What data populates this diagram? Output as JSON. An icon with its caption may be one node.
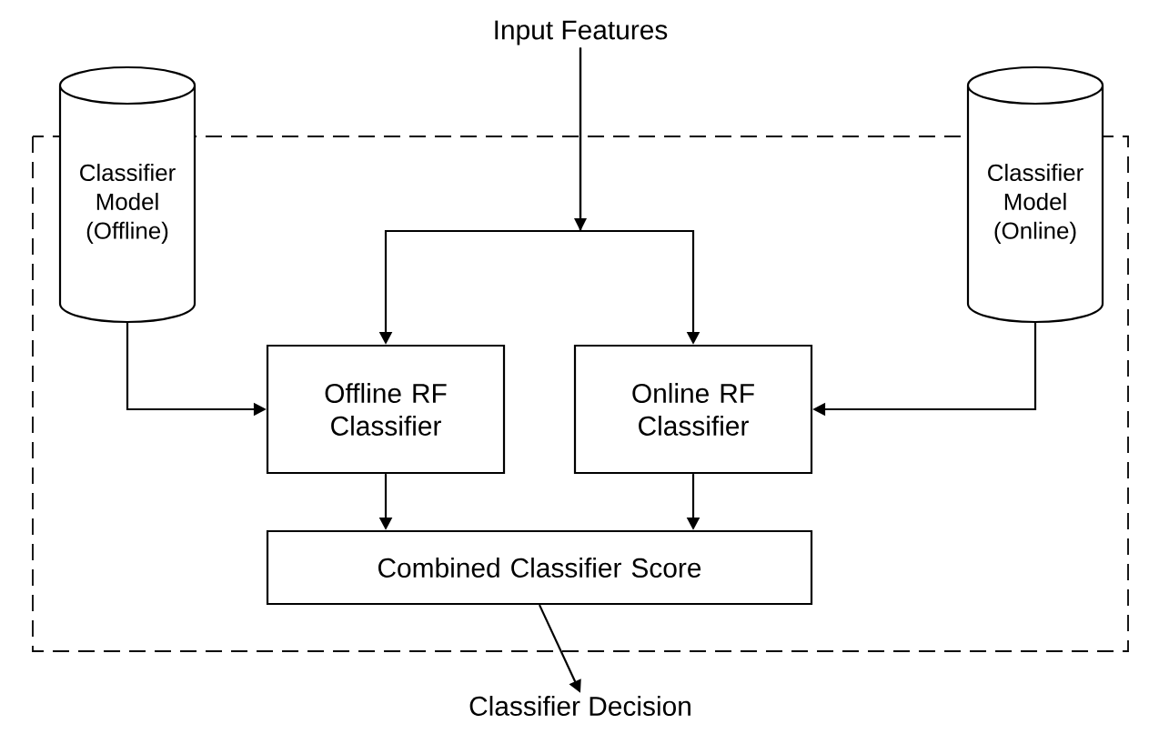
{
  "diagram": {
    "nodes": [
      {
        "text": [
          "Input Features"
        ]
      },
      {
        "text": [
          "Classifier Model (Offline)"
        ]
      },
      {
        "text": [
          "Classifier Model (Online)"
        ]
      },
      {
        "text": [
          "Offline RF Classifier"
        ]
      },
      {
        "text": [
          "Online RF Classifier"
        ]
      },
      {
        "text": [
          "Combined Classifier Score"
        ]
      },
      {
        "text": [
          "Classifier Decision"
        ]
      }
    ],
    "edges": [
      {
        "from": 0,
        "to": 3,
        "arrow": "to"
      },
      {
        "from": 0,
        "to": 4,
        "arrow": "to"
      },
      {
        "from": 1,
        "to": 3,
        "arrow": "to"
      },
      {
        "from": 2,
        "to": 4,
        "arrow": "to"
      },
      {
        "from": 3,
        "to": 5,
        "arrow": "to"
      },
      {
        "from": 4,
        "to": 5,
        "arrow": "to"
      },
      {
        "from": 5,
        "to": 6,
        "arrow": "to"
      }
    ]
  }
}
